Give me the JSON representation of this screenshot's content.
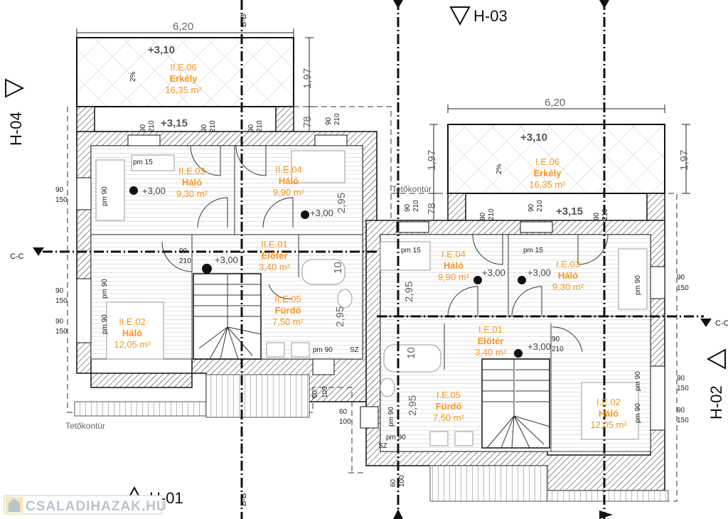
{
  "sections": {
    "h01": "H-01",
    "h02": "H-02",
    "h03": "H-03",
    "h04": "H-04",
    "bb": "B-B",
    "cc": "C-C"
  },
  "left_unit": {
    "rooms": [
      {
        "id": "II.E.06",
        "name": "Erkély",
        "area": "16,35 m²"
      },
      {
        "id": "II.E.03",
        "name": "Háló",
        "area": "9,30 m²"
      },
      {
        "id": "II.E.04",
        "name": "Háló",
        "area": "9,90 m²"
      },
      {
        "id": "II.E.01",
        "name": "Előtér",
        "area": "3,40 m²"
      },
      {
        "id": "II.E.05",
        "name": "Fürdő",
        "area": "7,50 m²"
      },
      {
        "id": "II.E.02",
        "name": "Háló",
        "area": "12,05 m²"
      }
    ],
    "levels": [
      "+3,10",
      "+3,15",
      "+3,00",
      "+3,00",
      "+3,00"
    ],
    "dims": {
      "width": "6,20",
      "depth": "1,97",
      "offset": "78",
      "height1": "2,95",
      "height2": "2,95",
      "bath": "10"
    },
    "slope": "2%",
    "roof_label": "Tetőkontúr"
  },
  "right_unit": {
    "rooms": [
      {
        "id": "I.E.06",
        "name": "Erkély",
        "area": "16,35 m²"
      },
      {
        "id": "I.E.04",
        "name": "Háló",
        "area": "9,90 m²"
      },
      {
        "id": "I.E.03",
        "name": "Háló",
        "area": "9,30 m²"
      },
      {
        "id": "I.E.01",
        "name": "Előtér",
        "area": "3,40 m²"
      },
      {
        "id": "I.E.05",
        "name": "Fürdő",
        "area": "7,50 m²"
      },
      {
        "id": "I.E.02",
        "name": "Háló",
        "area": "12,05 m²"
      }
    ],
    "levels": [
      "+3,10",
      "+3,15",
      "+3,00",
      "+3,00",
      "+3,00"
    ],
    "dims": {
      "width": "6,20",
      "depth_left": "1,97",
      "depth_right": "1,97",
      "offset": "78",
      "height1": "2,95",
      "height2": "2,95",
      "bath": "10"
    },
    "slope": "2%",
    "roof_label": "Tetőkontúr"
  },
  "annotations": {
    "d90": "90",
    "d210": "210",
    "d150": "150",
    "d60": "60",
    "d100": "100",
    "pm15": "pm 15",
    "pm90": "pm 90",
    "sz": "SZ"
  },
  "watermark": "CSALADIHAZAK.HU"
}
